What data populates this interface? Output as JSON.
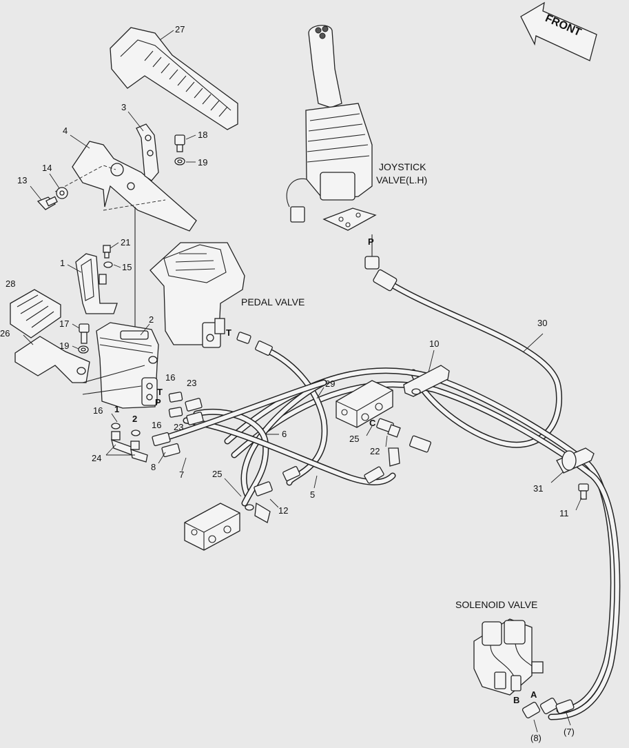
{
  "labels": {
    "front": "FRONT",
    "joystick_valve_line1": "JOYSTICK",
    "joystick_valve_line2": "VALVE(L.H)",
    "pedal_valve": "PEDAL VALVE",
    "solenoid_valve": "SOLENOID VALVE"
  },
  "ports": {
    "joystick_p": "P",
    "pedal_t": "T",
    "block_t": "T",
    "block_p": "P",
    "block_1": "1",
    "block_2": "2",
    "connector_c": "C",
    "solenoid_a": "A",
    "solenoid_b": "B"
  },
  "callouts": {
    "c27": "27",
    "c3": "3",
    "c4": "4",
    "c18": "18",
    "c19a": "19",
    "c14": "14",
    "c13": "13",
    "c21": "21",
    "c1": "1",
    "c15": "15",
    "c28": "28",
    "c2": "2",
    "c17": "17",
    "c26": "26",
    "c19b": "19",
    "c16a": "16",
    "c23a": "23",
    "c16b": "16",
    "c23b": "23",
    "c16c": "16",
    "c24": "24",
    "c8": "8",
    "c7": "7",
    "c6": "6",
    "c29": "29",
    "c10": "10",
    "c30": "30",
    "c25a": "25",
    "c22": "22",
    "c5": "5",
    "c25b": "25",
    "c12": "12",
    "c31": "31",
    "c11": "11",
    "c8p": "(8)",
    "c7p": "(7)"
  }
}
